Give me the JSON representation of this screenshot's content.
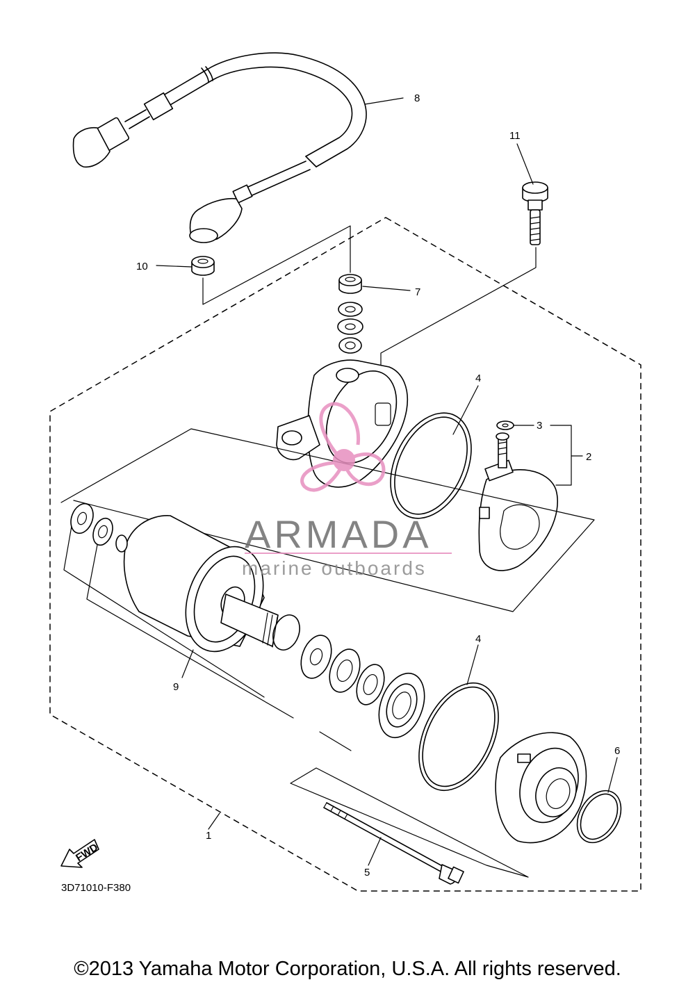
{
  "diagram": {
    "code": "3D71010-F380",
    "direction_badge": "FWD",
    "callouts": [
      {
        "id": "c1",
        "label": "1"
      },
      {
        "id": "c2",
        "label": "2"
      },
      {
        "id": "c3",
        "label": "3"
      },
      {
        "id": "c4a",
        "label": "4"
      },
      {
        "id": "c4b",
        "label": "4"
      },
      {
        "id": "c5",
        "label": "5"
      },
      {
        "id": "c6",
        "label": "6"
      },
      {
        "id": "c7",
        "label": "7"
      },
      {
        "id": "c8",
        "label": "8"
      },
      {
        "id": "c9",
        "label": "9"
      },
      {
        "id": "c10",
        "label": "10"
      },
      {
        "id": "c11",
        "label": "11"
      }
    ]
  },
  "watermark": {
    "brand": "ARMADA",
    "tagline": "marine outboards",
    "accent_color": "#e78fbf",
    "text_color": "#6e6e6e"
  },
  "footer": {
    "copyright": "©2013 Yamaha Motor Corporation, U.S.A. All rights reserved."
  }
}
